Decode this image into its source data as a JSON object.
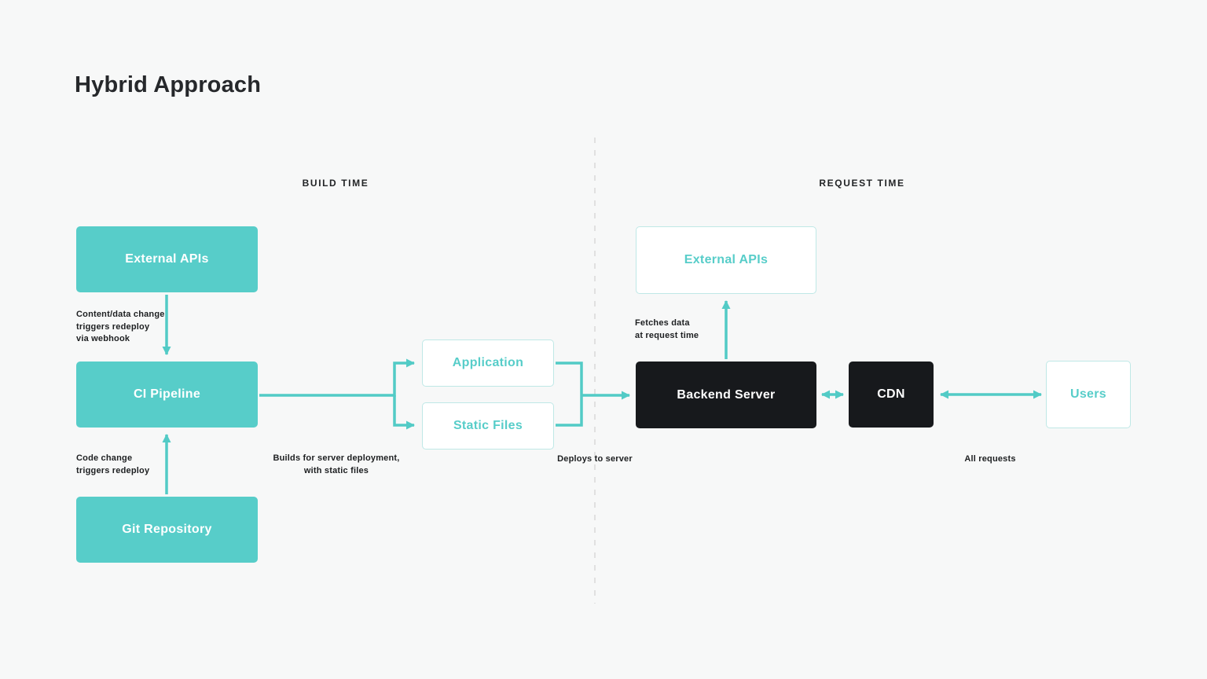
{
  "title": "Hybrid Approach",
  "colors": {
    "background": "#f7f8f8",
    "accent_teal": "#52cbc6",
    "teal_fill": "#57cdc9",
    "dark_fill": "#17191c",
    "outline_border": "#bfe8e6",
    "divider_gray": "#d8d8d8",
    "label_dark": "#1d1f21"
  },
  "sections": {
    "build": {
      "label": "BUILD TIME"
    },
    "request": {
      "label": "REQUEST TIME"
    }
  },
  "nodes": {
    "external_apis_build": {
      "label": "External APIs",
      "style": "teal"
    },
    "ci_pipeline": {
      "label": "CI Pipeline",
      "style": "teal"
    },
    "git_repository": {
      "label": "Git Repository",
      "style": "teal"
    },
    "application": {
      "label": "Application",
      "style": "outline"
    },
    "static_files": {
      "label": "Static Files",
      "style": "outline"
    },
    "external_apis_request": {
      "label": "External APIs",
      "style": "outline"
    },
    "backend_server": {
      "label": "Backend Server",
      "style": "dark"
    },
    "cdn": {
      "label": "CDN",
      "style": "dark"
    },
    "users": {
      "label": "Users",
      "style": "outline"
    }
  },
  "edge_labels": {
    "webhook_trigger": "Content/data change\ntriggers redeploy\nvia webhook",
    "code_trigger": "Code change\ntriggers redeploy",
    "build_output": "Builds for server deployment,\nwith static files",
    "deploy": "Deploys to server",
    "fetch": "Fetches data\nat request time",
    "all_requests": "All requests"
  }
}
